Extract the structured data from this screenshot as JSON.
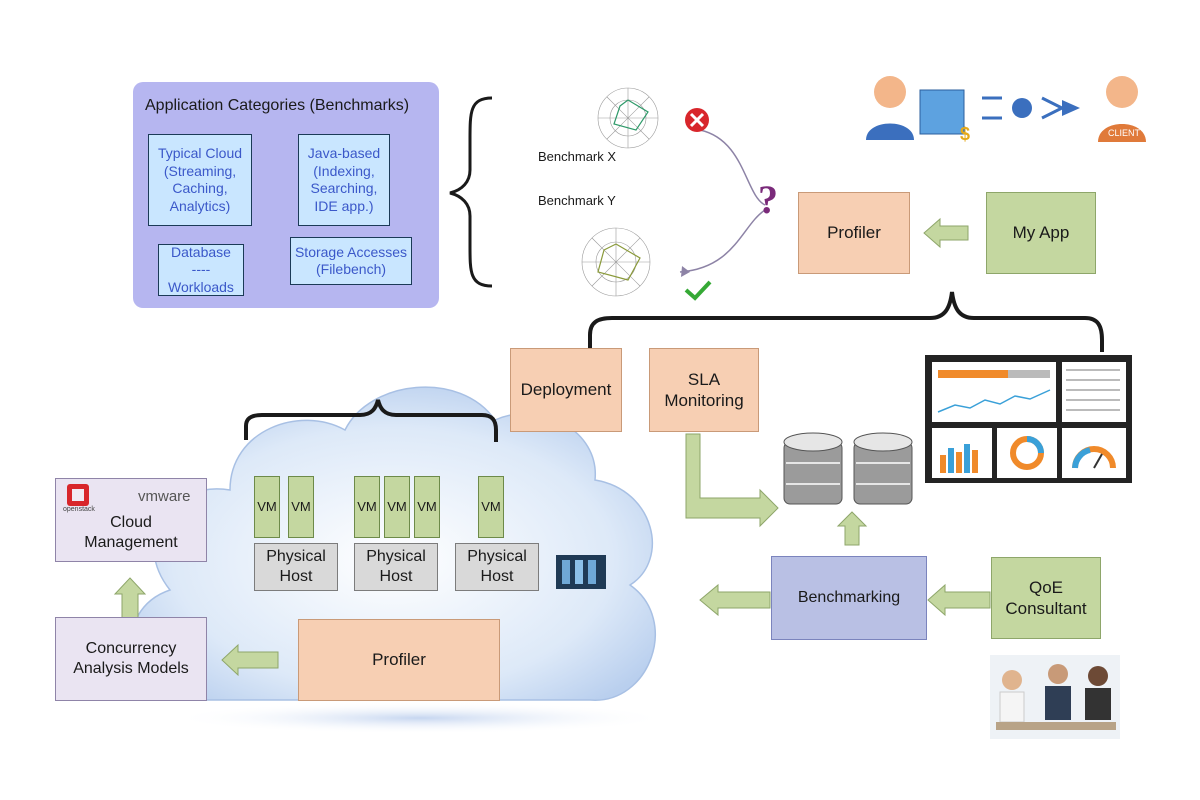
{
  "categories": {
    "title": "Application Categories (Benchmarks)",
    "typical_cloud": "Typical Cloud\n(Streaming,\nCaching,\nAnalytics)",
    "java_based": "Java-based\n(Indexing,\nSearching,\nIDE app.)",
    "database": "Database\n----\nWorkloads",
    "storage": "Storage Accesses\n(Filebench)"
  },
  "benchmarks": {
    "x": "Benchmark X",
    "y": "Benchmark Y",
    "question": "?"
  },
  "boxes": {
    "profiler_top": "Profiler",
    "my_app": "My App",
    "deployment": "Deployment",
    "sla": "SLA\nMonitoring",
    "benchmarking": "Benchmarking",
    "qoe": "QoE\nConsultant",
    "profiler_bottom": "Profiler",
    "concurrency": "Concurrency\nAnalysis Models",
    "cloud_mgmt": "Cloud\nManagement"
  },
  "cloud": {
    "vm": "VM",
    "host": "Physical\nHost"
  },
  "logos": {
    "openstack": "openstack",
    "vmware": "vmware"
  },
  "client_label": "CLIENT",
  "colors": {
    "peach": "#f7cfb3",
    "green": "#c4d7a0",
    "lavender": "#b6b6f0",
    "category_box": "#c9e6ff",
    "benchmark_blue": "#b9c0e4",
    "cloud": "#cfe0f5"
  }
}
